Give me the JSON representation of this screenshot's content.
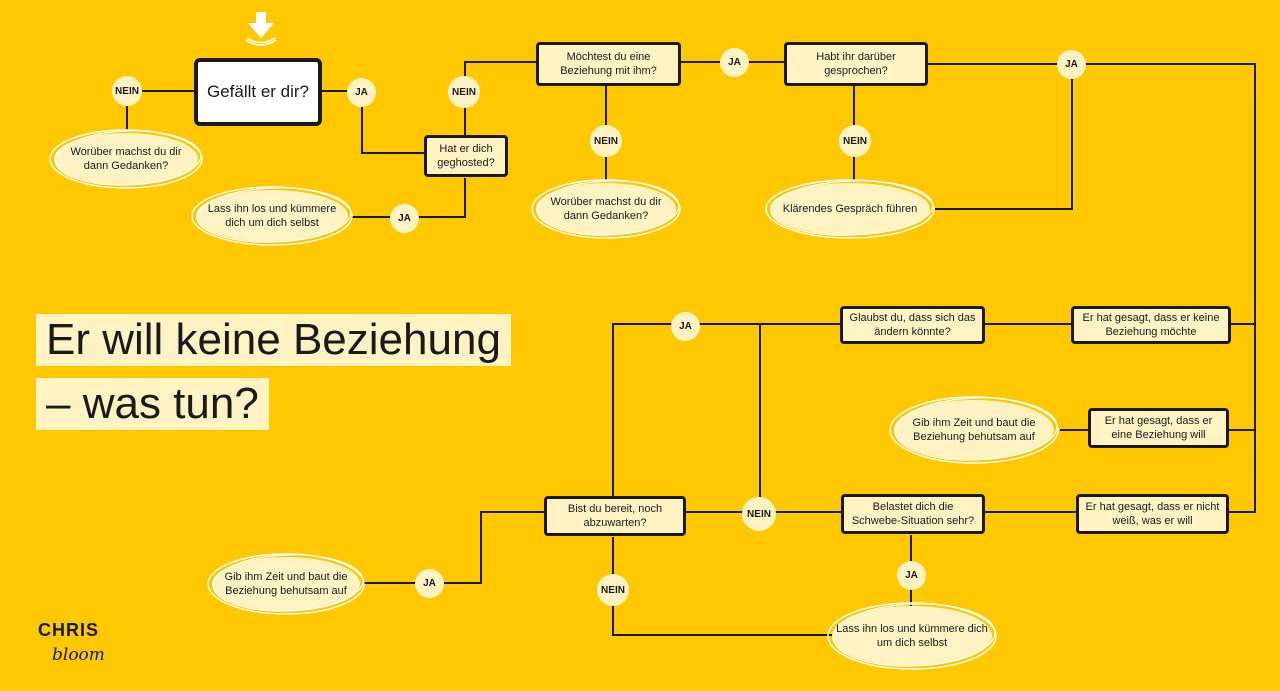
{
  "title": {
    "line1": "Er will keine Beziehung",
    "line2": "– was tun?"
  },
  "logo": {
    "word1": "CHRIS",
    "word2": "bloom"
  },
  "nodes": {
    "start": "Gefällt er dir?",
    "ghosted": "Hat er dich geghosted?",
    "moechtest": "Möchtest du eine Beziehung mit ihm?",
    "gesprochen": "Habt ihr darüber gesprochen?",
    "gedanken1": "Worüber machst du dir dann Gedanken?",
    "lass1": "Lass ihn los und  kümmere dich um dich selbst",
    "gedanken2": "Worüber machst du dir dann Gedanken?",
    "klaerendes": "Klärendes Gespräch führen",
    "glaubst": "Glaubst du, dass sich das ändern könnte?",
    "keine": "Er hat gesagt, dass er keine Beziehung möchte",
    "gibzeit1": "Gib ihm Zeit und baut die Beziehung behutsam auf",
    "will": "Er hat gesagt, dass er eine Beziehung will",
    "bereit": "Bist du bereit, noch abzuwarten?",
    "belastet": "Belastet dich die Schwebe-Situation sehr?",
    "weiss": "Er hat gesagt, dass er nicht weiß, was er will",
    "gibzeit2": "Gib ihm Zeit und baut die Beziehung behutsam auf",
    "lass2": "Lass ihn los und  kümmere dich um dich selbst"
  },
  "labels": {
    "ja": "JA",
    "nein": "NEIN"
  }
}
